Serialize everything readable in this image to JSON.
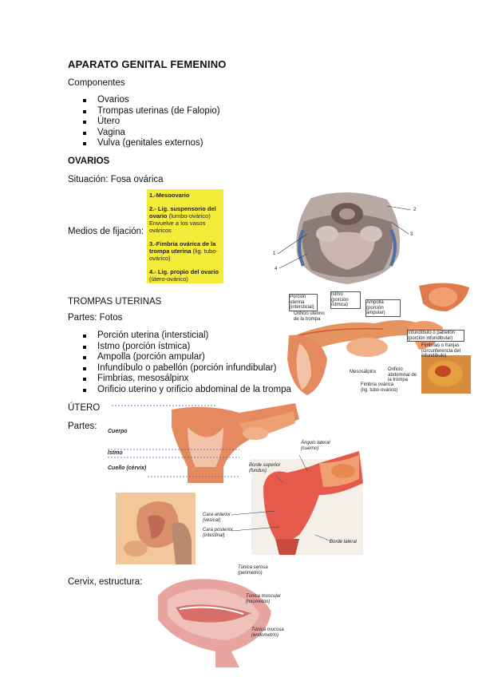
{
  "title": "APARATO GENITAL FEMENINO",
  "components_heading": "Componentes",
  "components": [
    "Ovarios",
    "Trompas uterinas (de Falopio)",
    "Útero",
    "Vagina",
    "Vulva (genitales externos)"
  ],
  "ovarios": {
    "heading": "OVARIOS",
    "situacion": "Situación: Fosa ovárica",
    "medios_label": "Medios de fijación:",
    "fixation": [
      {
        "bold": "1.-Mesoovario",
        "rest": ""
      },
      {
        "bold": "2.- Lig. suspensorio del ovario",
        "rest": "(lumbo-ovárico)",
        "extra": "Envuelve a los vasos ováricos"
      },
      {
        "bold": "3.-Fimbria ovárica de la trompa uterina",
        "rest": "(lig. tubo-ovárico)"
      },
      {
        "bold": "4.- Lig. propio del ovario",
        "rest": "(útero-ovárico)"
      }
    ],
    "figure_labels": [
      "1",
      "2",
      "3",
      "4"
    ]
  },
  "trompas": {
    "heading": "TROMPAS UTERINAS",
    "partes": "Partes: Fotos",
    "parts": [
      "Porción uterina (intersticial)",
      "Istmo (porción ístmica)",
      "Ampolla (porción ampular)",
      "Infundíbulo o pabellón (porción infundibular)",
      "Fimbrias, mesosálpinx",
      "Orificio uterino y orificio abdominal de la trompa"
    ],
    "figure_labels": {
      "a": "Porción uterina (intersticial)",
      "b": "Istmo (porción ístmica)",
      "c": "Ampolla (porción ampular)",
      "d": "Orificio uterino de la trompa",
      "e": "Infundíbulo o pabellón (porción infundibular)",
      "f": "Fimbrias o franjas (circunferencia del infundíbulo)",
      "g": "Orificio abdominal de la trompa",
      "h": "Mesosálpinx",
      "i": "Fimbria ovárica (lig. tubo-ovárico)"
    }
  },
  "utero": {
    "heading": "ÚTERO",
    "partes": "Partes:",
    "parts_labels": [
      "Cuerpo",
      "Istmo",
      "Cuello (cérvix)"
    ],
    "figure_labels": {
      "angulo": "Ángulo lateral (cuerno)",
      "borde_sup": "Borde superior (fundus)",
      "cara_ant": "Cara anterior (vesical)",
      "cara_post": "Cara posterior (intestinal)",
      "borde_lat": "Borde lateral"
    }
  },
  "cervix": {
    "label": "Cervix, estructura:",
    "figure_labels": {
      "serosa": "Túnica serosa (perimetrio)",
      "muscular": "Túnica muscular (miometrio)",
      "mucosa": "Túnica mucosa (endometrio)"
    }
  }
}
